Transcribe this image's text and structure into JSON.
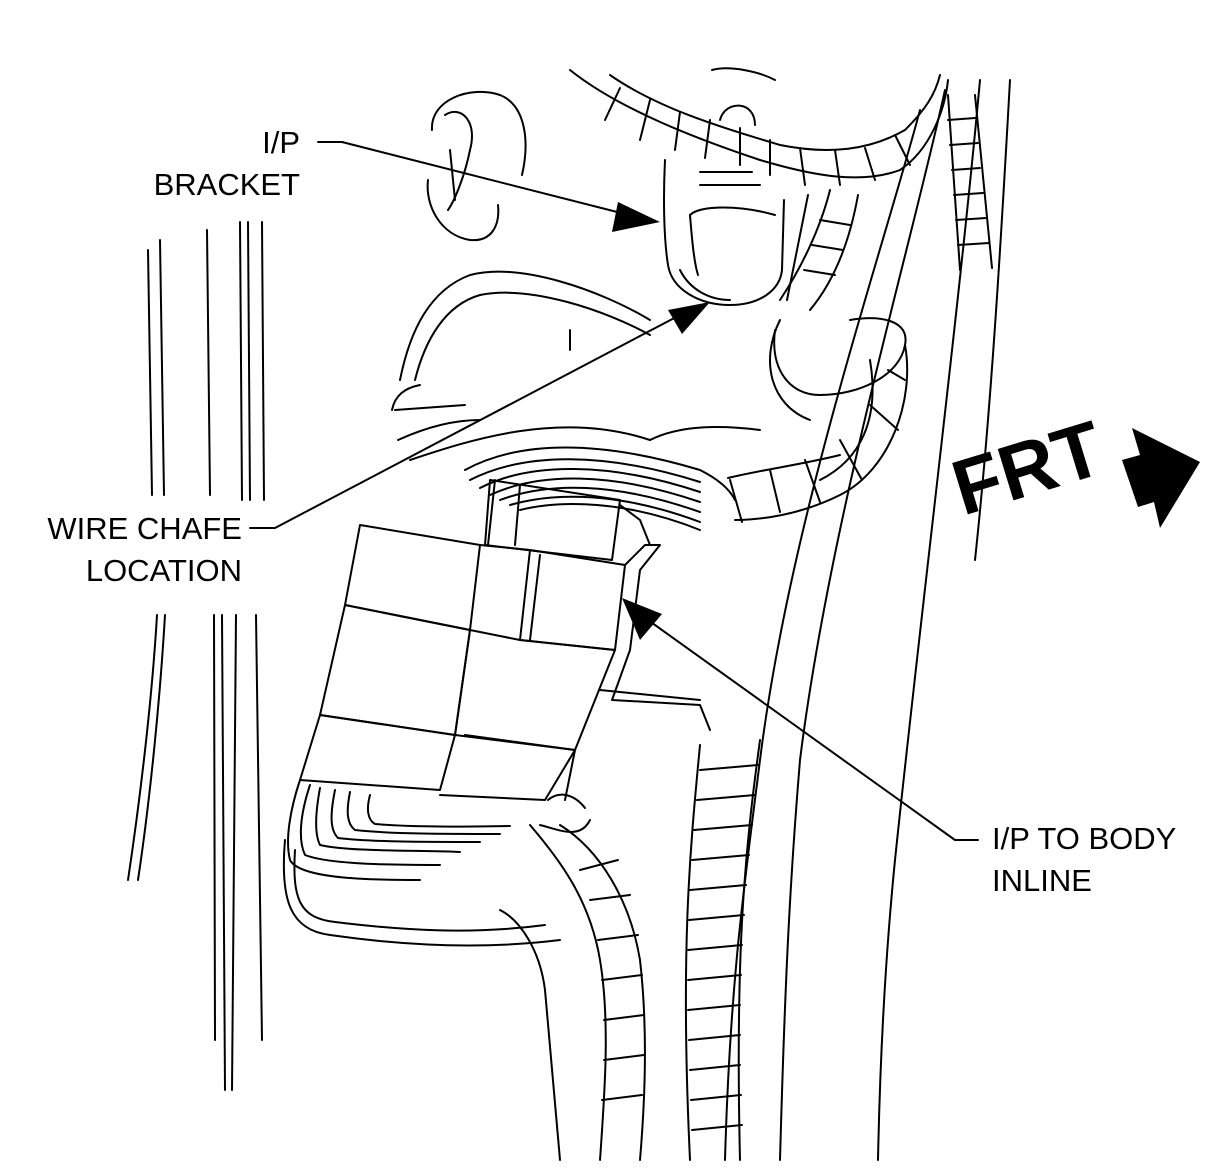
{
  "labels": {
    "ip_bracket": [
      "I/P",
      "BRACKET"
    ],
    "wire_chafe": [
      "WIRE CHAFE",
      "LOCATION"
    ],
    "ip_to_body": [
      "I/P TO BODY",
      "INLINE"
    ]
  },
  "direction": {
    "text": "FRT"
  },
  "colors": {
    "ink": "#000000",
    "paper": "#ffffff"
  }
}
